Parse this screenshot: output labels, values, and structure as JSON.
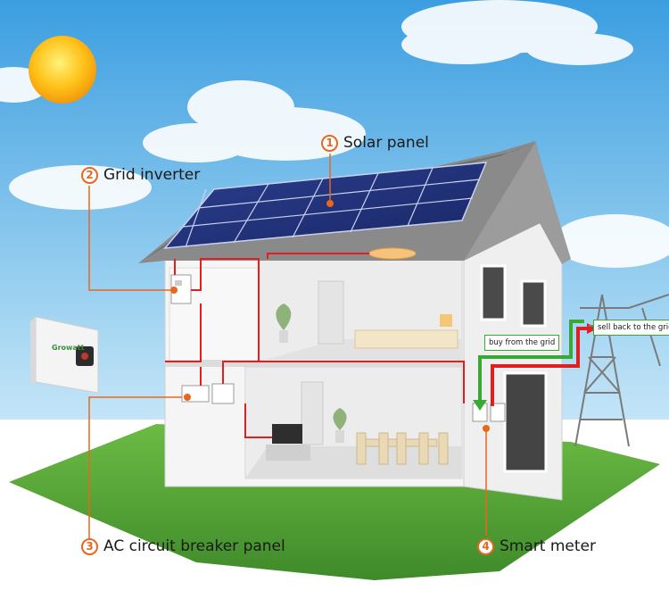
{
  "callouts": {
    "solar_panel": {
      "number": "1",
      "label": "Solar panel"
    },
    "grid_inverter": {
      "number": "2",
      "label": "Grid inverter"
    },
    "breaker_panel": {
      "number": "3",
      "label": "AC circuit breaker panel"
    },
    "smart_meter": {
      "number": "4",
      "label": "Smart meter"
    }
  },
  "flow_labels": {
    "buy": "buy from the grid",
    "sell": "sell back to the grid"
  },
  "inverter_brand": "Growatt",
  "colors": {
    "accent": "#e8671f",
    "wire": "#e02020",
    "grid_in": "#39a935",
    "sky_top": "#4aa8e6",
    "grass": "#5aa23a"
  },
  "icons": [
    "sun-icon",
    "power-tower-icon",
    "inverter-icon",
    "meter-icon",
    "plant-icon",
    "tv-icon"
  ]
}
